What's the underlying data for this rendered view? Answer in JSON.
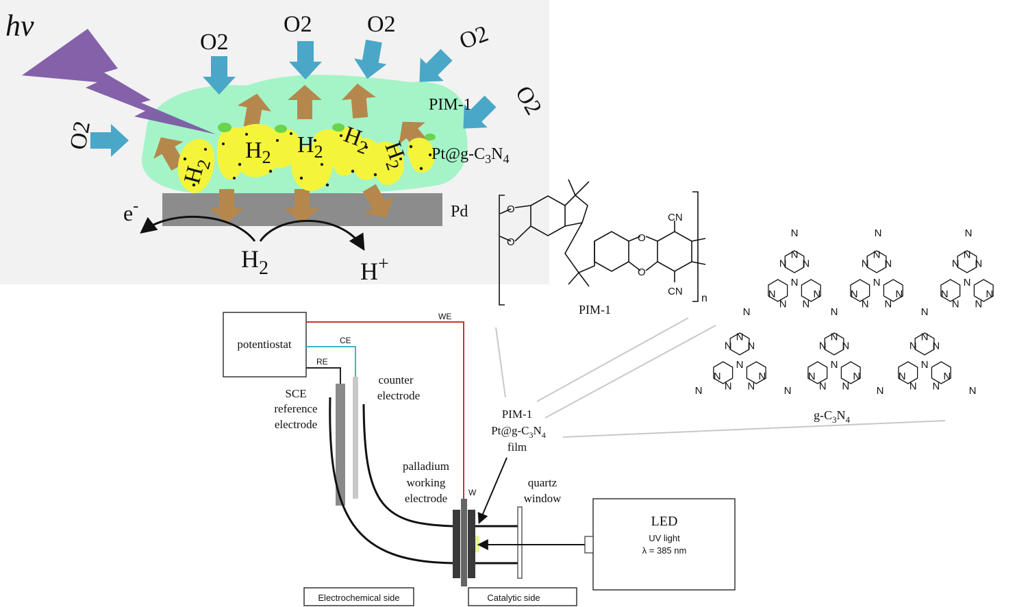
{
  "figure": {
    "photocatalysis": {
      "hv": "hv",
      "o2_label": "O2",
      "o2_main": "O",
      "o2_sub": "2",
      "h2_main": "H",
      "h2_sub": "2",
      "pim1": "PIM-1",
      "ptgcn": {
        "a": "Pt@g-C",
        "b": "3",
        "c": "N",
        "d": "4"
      },
      "pd": "Pd",
      "electron": {
        "main": "e",
        "sup": "-"
      },
      "proton": {
        "main": "H",
        "sup": "+"
      },
      "colors": {
        "panel": "#f2f2f2",
        "film": "#9ff3c5",
        "particle": "#f4f53a",
        "orange_arrow": "#b5874c",
        "o2_arrow": "#4aa7c7",
        "lightning": "#7b55a3",
        "pd": "#8c8c8c"
      }
    },
    "pim1_structure": {
      "name": "PIM-1",
      "cn": "CN",
      "o": "O",
      "n": "n"
    },
    "gc3n4_structure": {
      "name": {
        "a": "g-C",
        "b": "3",
        "c": "N",
        "d": "4"
      },
      "n": "N"
    },
    "setup": {
      "potentiostat": "potentiostat",
      "wires": {
        "we": "WE",
        "ce": "CE",
        "re": "RE",
        "w": "W"
      },
      "counter_electrode": [
        "counter",
        "electrode"
      ],
      "reference_electrode": [
        "SCE",
        "reference",
        "electrode"
      ],
      "working_electrode": [
        "palladium",
        "working",
        "electrode"
      ],
      "film": {
        "l1": "PIM-1",
        "l2a": "Pt@g-C",
        "l2b": "3",
        "l2c": "N",
        "l2d": "4",
        "l3": "film"
      },
      "quartz": [
        "quartz",
        "window"
      ],
      "led": {
        "title": "LED",
        "line1": "UV light",
        "line2": "λ = 385 nm"
      },
      "electrochemical_side": "Electrochemical side",
      "catalytic_side": "Catalytic side",
      "colors": {
        "we_wire": "#d03030",
        "ce_wire": "#3bb4c8",
        "re_wire": "#222222"
      }
    }
  }
}
